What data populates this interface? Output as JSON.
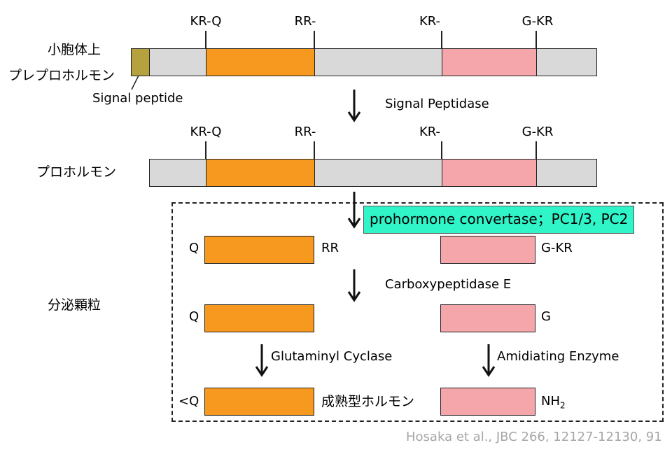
{
  "stages": {
    "stage1_label": "小胞体上",
    "preprohormone_label": "プレプロホルモン",
    "signal_peptide_label": "Signal peptide",
    "prohormone_label": "プロホルモン",
    "secretory_granule_label": "分泌顆粒",
    "mature_hormone_label": "成熟型ホルモン"
  },
  "site_labels": {
    "site1": "KR-Q",
    "site2": "RR-",
    "site3": "KR-",
    "site4": "G-KR"
  },
  "enzymes": {
    "signal_peptidase": "Signal Peptidase",
    "prohormone_convertase": "prohormone convertase；PC1/3, PC2",
    "carboxypeptidase": "Carboxypeptidase E",
    "glutaminyl_cyclase": "Glutaminyl Cyclase",
    "amidiating_enzyme": "Amidiating Enzyme"
  },
  "fragments": {
    "row1_left": "Q",
    "row1_mid": "RR",
    "row1_right": "G-KR",
    "row2_left": "Q",
    "row2_right": "G",
    "row3_left": "<Q",
    "row3_right_base": "NH",
    "row3_right_sub": "2"
  },
  "citation": "Hosaka et al., JBC 266, 12127-12130, 91",
  "colors": {
    "orange": "#f7991f",
    "pink": "#f5a6aa",
    "gray": "#d9d9d9",
    "olive": "#b5a23e",
    "highlight": "#2ff5c9"
  }
}
